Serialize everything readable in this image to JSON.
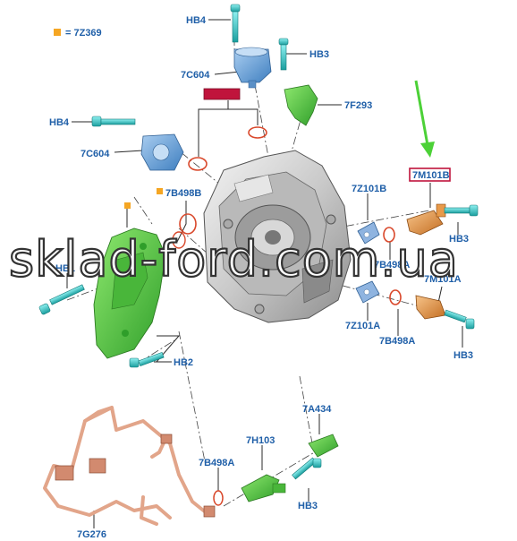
{
  "legend": {
    "swatch_color": "#f5a623",
    "text": "= 7Z369"
  },
  "labels": {
    "hb4_top": "HB4",
    "hb3_top": "HB3",
    "c604_top": "7C604",
    "f293": "7F293",
    "hb4_left": "HB4",
    "c604_left": "7C604",
    "b498b": "7B498B",
    "z101b": "7Z101B",
    "m101b": "7M101B",
    "hb3_right1": "HB3",
    "hb1": "HB1",
    "b498a_mid": "7B498A",
    "m101a": "7M101A",
    "z101a": "7Z101A",
    "b498a_right": "7B498A",
    "hb3_right2": "HB3",
    "hb2": "HB2",
    "a434": "7A434",
    "h103": "7H103",
    "b498a_bottom": "7B498A",
    "hb3_bottom": "HB3",
    "g276": "7G276"
  },
  "watermark": "sklad-ford.com.ua",
  "colors": {
    "label": "#1f5fa8",
    "highlight_box": "#c0143c",
    "arrow": "#4cd137",
    "bolt": "#2ec4c4",
    "sensor_blue": "#6fa8dc",
    "green_part": "#5fd14a",
    "orange_sensor": "#e89a4a",
    "harness": "#e2a58a",
    "oring": "#d9482b"
  }
}
